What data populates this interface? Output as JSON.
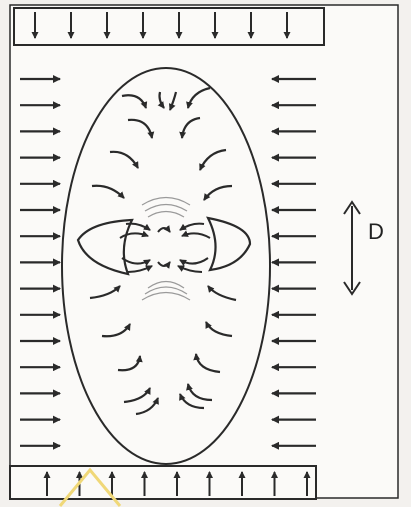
{
  "diagram": {
    "d_label": "D",
    "colors": {
      "ink": "#2a2a2a",
      "background": "#f3f1ee",
      "watermark": "#f0d878"
    },
    "top_plate_arrow_count": 8,
    "bottom_plate_arrow_count": 9,
    "left_arrow_count": 15,
    "right_arrow_count": 15
  }
}
